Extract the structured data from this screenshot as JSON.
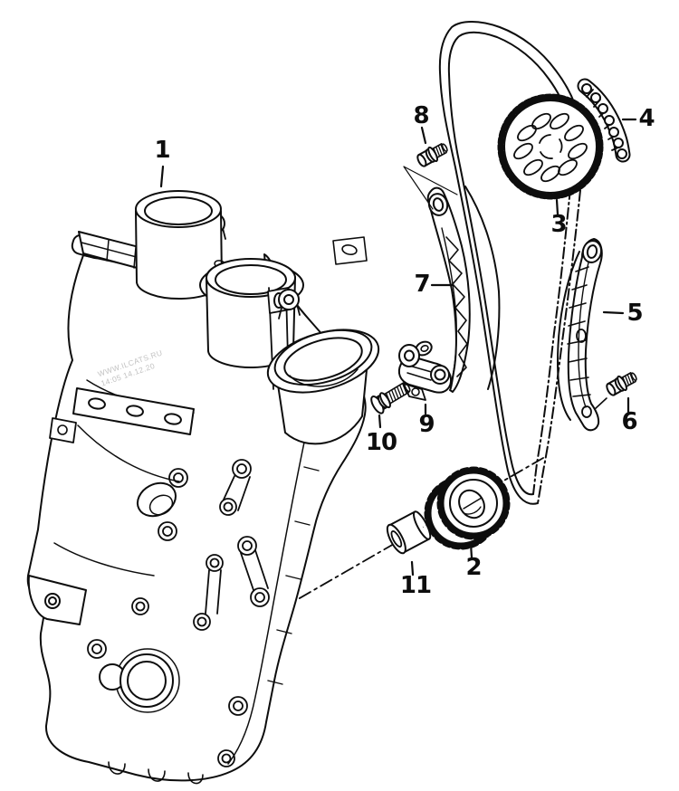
{
  "diagram": {
    "background_color": "#ffffff",
    "line_color": "#0d0d0d",
    "watermark": {
      "line1": "WWW.ILCATS.RU",
      "line2": "14:05 14.12.20",
      "color": "#c3c3c3"
    },
    "callouts": [
      {
        "number": "1"
      },
      {
        "number": "2"
      },
      {
        "number": "3"
      },
      {
        "number": "4"
      },
      {
        "number": "5"
      },
      {
        "number": "6"
      },
      {
        "number": "7"
      },
      {
        "number": "8"
      },
      {
        "number": "9"
      },
      {
        "number": "10"
      },
      {
        "number": "11"
      }
    ]
  }
}
